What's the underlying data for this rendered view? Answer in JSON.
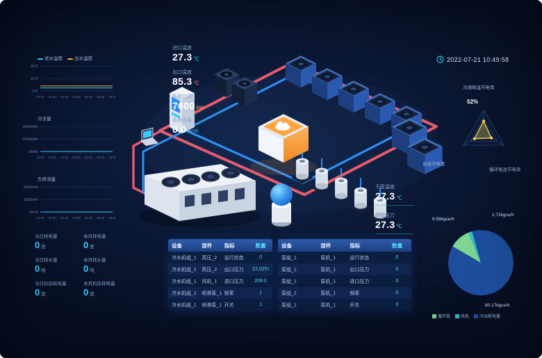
{
  "page": {
    "bg": "#0b1733",
    "accent": "#38cdfc"
  },
  "header": {
    "timestamp": "2022-07-21 10:49:58"
  },
  "metrics": {
    "inlet_temp": {
      "label": "进口温度",
      "value": "27.3",
      "unit": "℃"
    },
    "outlet_temp": {
      "label": "出口温度",
      "value": "85.3",
      "unit": "℃"
    },
    "system_power": {
      "label": "系统功率",
      "value": "7600",
      "unit": "kW"
    },
    "system_flow": {
      "label": "系统流量",
      "value": "0.0",
      "unit": "m³/h"
    },
    "main_pipe_temp": {
      "label": "干管温度",
      "value": "27.3",
      "unit": "℃"
    },
    "main_pipe_pressure": {
      "label": "干管压力",
      "value": "27.3",
      "unit": "℃"
    }
  },
  "counters": [
    {
      "label": "当日耗电量",
      "value": "0",
      "unit": "度"
    },
    {
      "label": "本月耗电量",
      "value": "0",
      "unit": "度"
    },
    {
      "label": "当日耗水量",
      "value": "0",
      "unit": "吨"
    },
    {
      "label": "本月耗水量",
      "value": "0",
      "unit": "吨"
    },
    {
      "label": "当日机房耗电量",
      "value": "0",
      "unit": "度"
    },
    {
      "label": "本月机房耗电量",
      "value": "0",
      "unit": "度"
    }
  ],
  "chart_data": [
    {
      "type": "line",
      "title": "",
      "legend": [
        {
          "name": "进水温度",
          "color": "#38cdfc"
        },
        {
          "name": "出水温度",
          "color": "#ffa640"
        }
      ],
      "y_ticks": [
        "20℃",
        "10℃",
        "0℃"
      ],
      "ymax": 20,
      "x": [
        "00:00",
        "01:20",
        "02:40",
        "04:00",
        "05:20",
        "06:40",
        "08:00"
      ],
      "series": [
        {
          "name": "进水温度",
          "color": "#38cdfc",
          "values": [
            2.5,
            2.5,
            2.5,
            2.5,
            2.5,
            2.5,
            2.5
          ]
        },
        {
          "name": "出水温度",
          "color": "#ffa640",
          "values": [
            4,
            4,
            4,
            4,
            4,
            4,
            4
          ]
        }
      ]
    },
    {
      "type": "line",
      "title": "冷冻量",
      "legend": [],
      "y_ticks": [
        "4000kW/h",
        "2000kW/h",
        "0kW/h"
      ],
      "ymax": 4000,
      "x": [
        "00:00",
        "01:20",
        "02:40",
        "04:00",
        "05:20",
        "06:40",
        "08:00"
      ],
      "series": [
        {
          "name": "冷冻量",
          "color": "#38cdfc",
          "values": [
            0,
            0,
            0,
            0,
            0,
            0,
            0
          ]
        }
      ]
    },
    {
      "type": "line",
      "title": "负荷流量",
      "legend": [],
      "y_ticks": [
        "2000m³/h",
        "1000m³/h",
        "0m³/h"
      ],
      "ymax": 2000,
      "x": [
        "00:00",
        "01:20",
        "02:40",
        "04:00",
        "05:20",
        "06:40",
        "08:00"
      ],
      "series": [
        {
          "name": "负荷流量",
          "color": "#38cdfc",
          "values": [
            0,
            0,
            0,
            0,
            0,
            0,
            0
          ]
        }
      ]
    }
  ],
  "radar": {
    "axes": [
      "冷源降温节电率",
      "循环泵送节电率",
      "系统节电率"
    ],
    "values": [
      52,
      38,
      45
    ],
    "max": 100,
    "annotation": "52%",
    "color": "#e8c547"
  },
  "pie": {
    "type": "pie",
    "slices": [
      {
        "label": "循环泵",
        "value": 9.59,
        "display": "9.59kgce/h",
        "color": "#7ed492"
      },
      {
        "label": "风机",
        "value": 1.72,
        "display": "1.72kgce/h",
        "color": "#2fbfca"
      },
      {
        "label": "冷站耗电量",
        "value": 80.17,
        "display": "80.17kgce/h",
        "color": "#1d4e9e"
      }
    ],
    "start_angle": -60
  },
  "tables": [
    {
      "headers": [
        "设备",
        "部件",
        "指标",
        "数量"
      ],
      "rows": [
        [
          "冷水机组_1",
          "高压_2",
          "运行状态",
          "0"
        ],
        [
          "冷水机组_1",
          "高压_2",
          "出口压力",
          "22.0257"
        ],
        [
          "冷水机组_1",
          "风机_1",
          "进口压力",
          "209.0"
        ],
        [
          "冷水机组_1",
          "喷淋泵_1",
          "频率",
          "1"
        ],
        [
          "冷水机组_1",
          "喷淋泵_1",
          "开关",
          "1"
        ]
      ]
    },
    {
      "headers": [
        "设备",
        "部件",
        "指标",
        "数量"
      ],
      "rows": [
        [
          "泵组_1",
          "泵机_1",
          "运行状态",
          "0"
        ],
        [
          "泵组_1",
          "泵机_1",
          "出口压力",
          "0"
        ],
        [
          "泵组_1",
          "泵机_1",
          "进口压力",
          "0"
        ],
        [
          "泵组_1",
          "泵机_1",
          "频率",
          "0"
        ],
        [
          "泵组_1",
          "泵机_1",
          "开关",
          "0"
        ]
      ]
    }
  ]
}
